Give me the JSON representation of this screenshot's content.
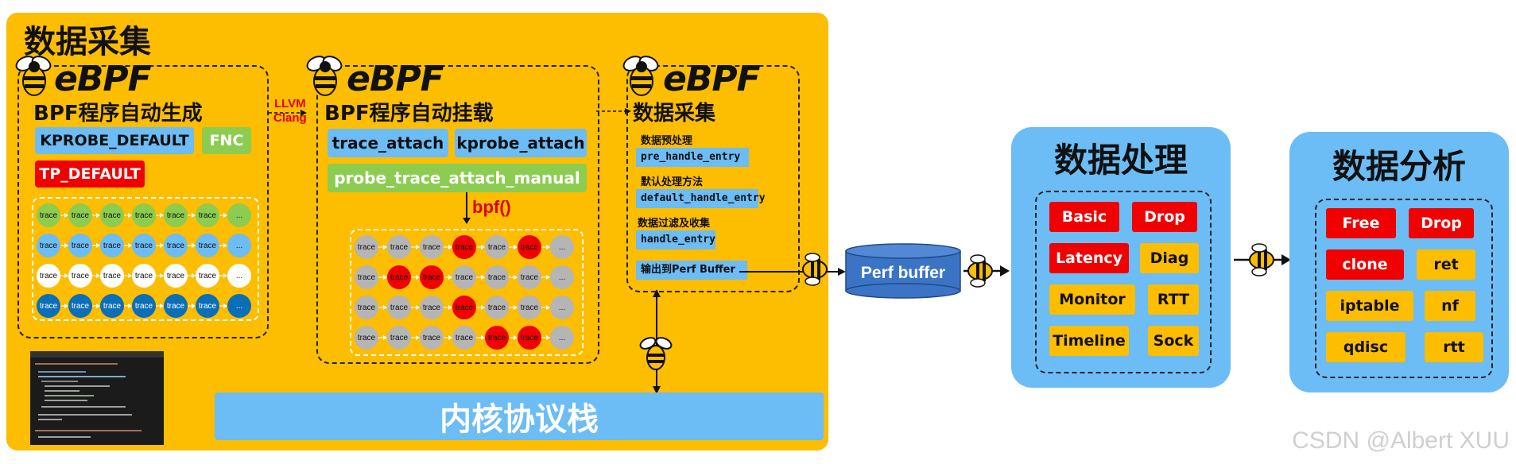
{
  "collection": {
    "title": "数据采集",
    "ebpf_label": "eBPF",
    "gen": {
      "title": "BPF程序自动生成",
      "tags": [
        "KPROBE_DEFAULT",
        "FNC",
        "TP_DEFAULT"
      ],
      "node_label": "trace",
      "ellipsis": "...",
      "rows": [
        {
          "color": "#8ccc50",
          "text_color": "#111111"
        },
        {
          "color": "#6cbcf5",
          "text_color": "#111111"
        },
        {
          "color": "#ffffff",
          "text_color": "#111111"
        },
        {
          "color": "#0a6fb8",
          "text_color": "#ffffff"
        }
      ]
    },
    "compiler": {
      "line1": "LLVM",
      "line2": "Clang"
    },
    "attach": {
      "title": "BPF程序自动挂载",
      "tags": [
        "trace_attach",
        "kprobe_attach",
        "probe_trace_attach_manual"
      ],
      "bpf_call": "bpf()",
      "node_label": "trace",
      "ellipsis": "...",
      "rows": [
        [
          0,
          0,
          0,
          1,
          0,
          1
        ],
        [
          0,
          1,
          1,
          0,
          0,
          0
        ],
        [
          0,
          0,
          0,
          1,
          0,
          0
        ],
        [
          0,
          0,
          0,
          0,
          1,
          1
        ]
      ],
      "colors": {
        "normal": "#b5b5b5",
        "active": "#f00000"
      }
    },
    "collect": {
      "title": "数据采集",
      "steps": [
        {
          "label": "数据预处理",
          "fn": "pre_handle_entry"
        },
        {
          "label": "默认处理方法",
          "fn": "default_handle_entry"
        },
        {
          "label": "数据过滤及收集",
          "fn": "handle_entry"
        }
      ],
      "output": "输出到Perf Buffer"
    },
    "kernel_stack": "内核协议栈"
  },
  "perf_buffer": "Perf buffer",
  "processing": {
    "title": "数据处理",
    "tags": [
      {
        "label": "Basic",
        "style": "red"
      },
      {
        "label": "Drop",
        "style": "red"
      },
      {
        "label": "Latency",
        "style": "red"
      },
      {
        "label": "Diag",
        "style": "org"
      },
      {
        "label": "Monitor",
        "style": "org"
      },
      {
        "label": "RTT",
        "style": "org"
      },
      {
        "label": "Timeline",
        "style": "org"
      },
      {
        "label": "Sock",
        "style": "org"
      }
    ]
  },
  "analysis": {
    "title": "数据分析",
    "tags": [
      {
        "label": "Free",
        "style": "red"
      },
      {
        "label": "Drop",
        "style": "red"
      },
      {
        "label": "clone",
        "style": "red"
      },
      {
        "label": "ret",
        "style": "org"
      },
      {
        "label": "iptable",
        "style": "org"
      },
      {
        "label": "nf",
        "style": "org"
      },
      {
        "label": "qdisc",
        "style": "org"
      },
      {
        "label": "rtt",
        "style": "org"
      }
    ]
  },
  "watermark": "CSDN @Albert XUU",
  "colors": {
    "panel": "#fdbd00",
    "blue": "#6cbcf5",
    "red": "#f00000",
    "green": "#8ccc50"
  }
}
